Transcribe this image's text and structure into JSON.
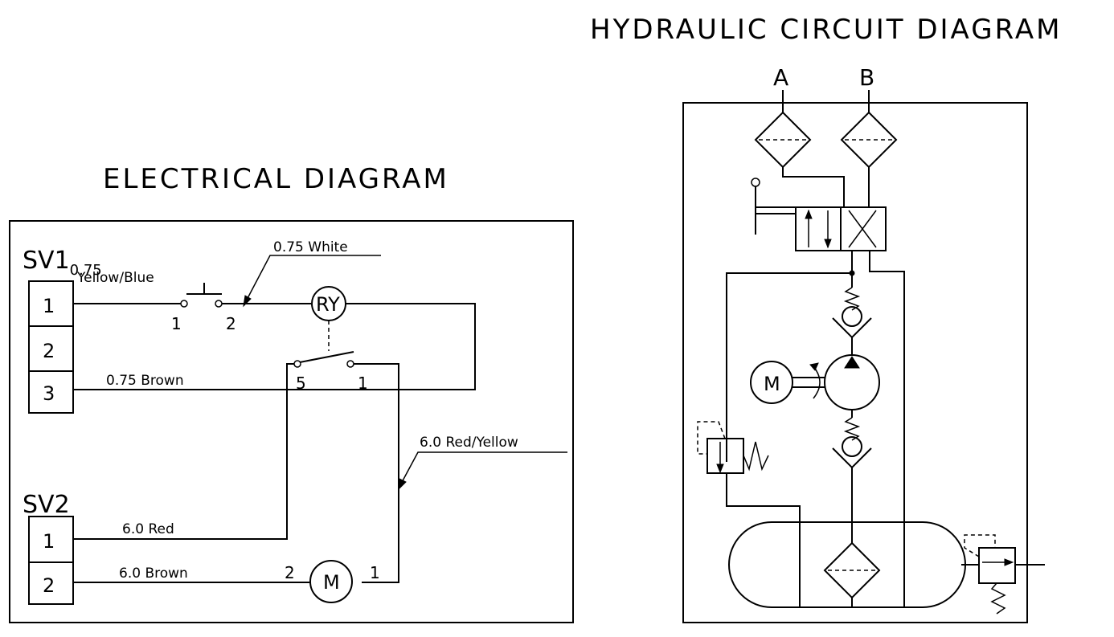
{
  "electrical": {
    "title": "ELECTRICAL DIAGRAM",
    "sv1": {
      "label": "SV1",
      "label_suffix": "0.75",
      "wire_top_label": "Yellow/Blue",
      "terminals": [
        "1",
        "2",
        "3"
      ]
    },
    "switch": {
      "pin_left": "1",
      "pin_right": "2"
    },
    "white_wire_label": "0.75 White",
    "relay": {
      "label": "RY",
      "contact_left": "5",
      "contact_right": "1"
    },
    "brown_wire_label": "0.75 Brown",
    "red_yellow_label": "6.0 Red/Yellow",
    "sv2": {
      "label": "SV2",
      "terminals": [
        "1",
        "2"
      ]
    },
    "red_wire_label": "6.0 Red",
    "brown6_wire_label": "6.0 Brown",
    "motor": {
      "label": "M",
      "pin_left": "2",
      "pin_right": "1"
    }
  },
  "hydraulic": {
    "title": "HYDRAULIC CIRCUIT DIAGRAM",
    "port_a": "A",
    "port_b": "B",
    "motor_label": "M"
  }
}
